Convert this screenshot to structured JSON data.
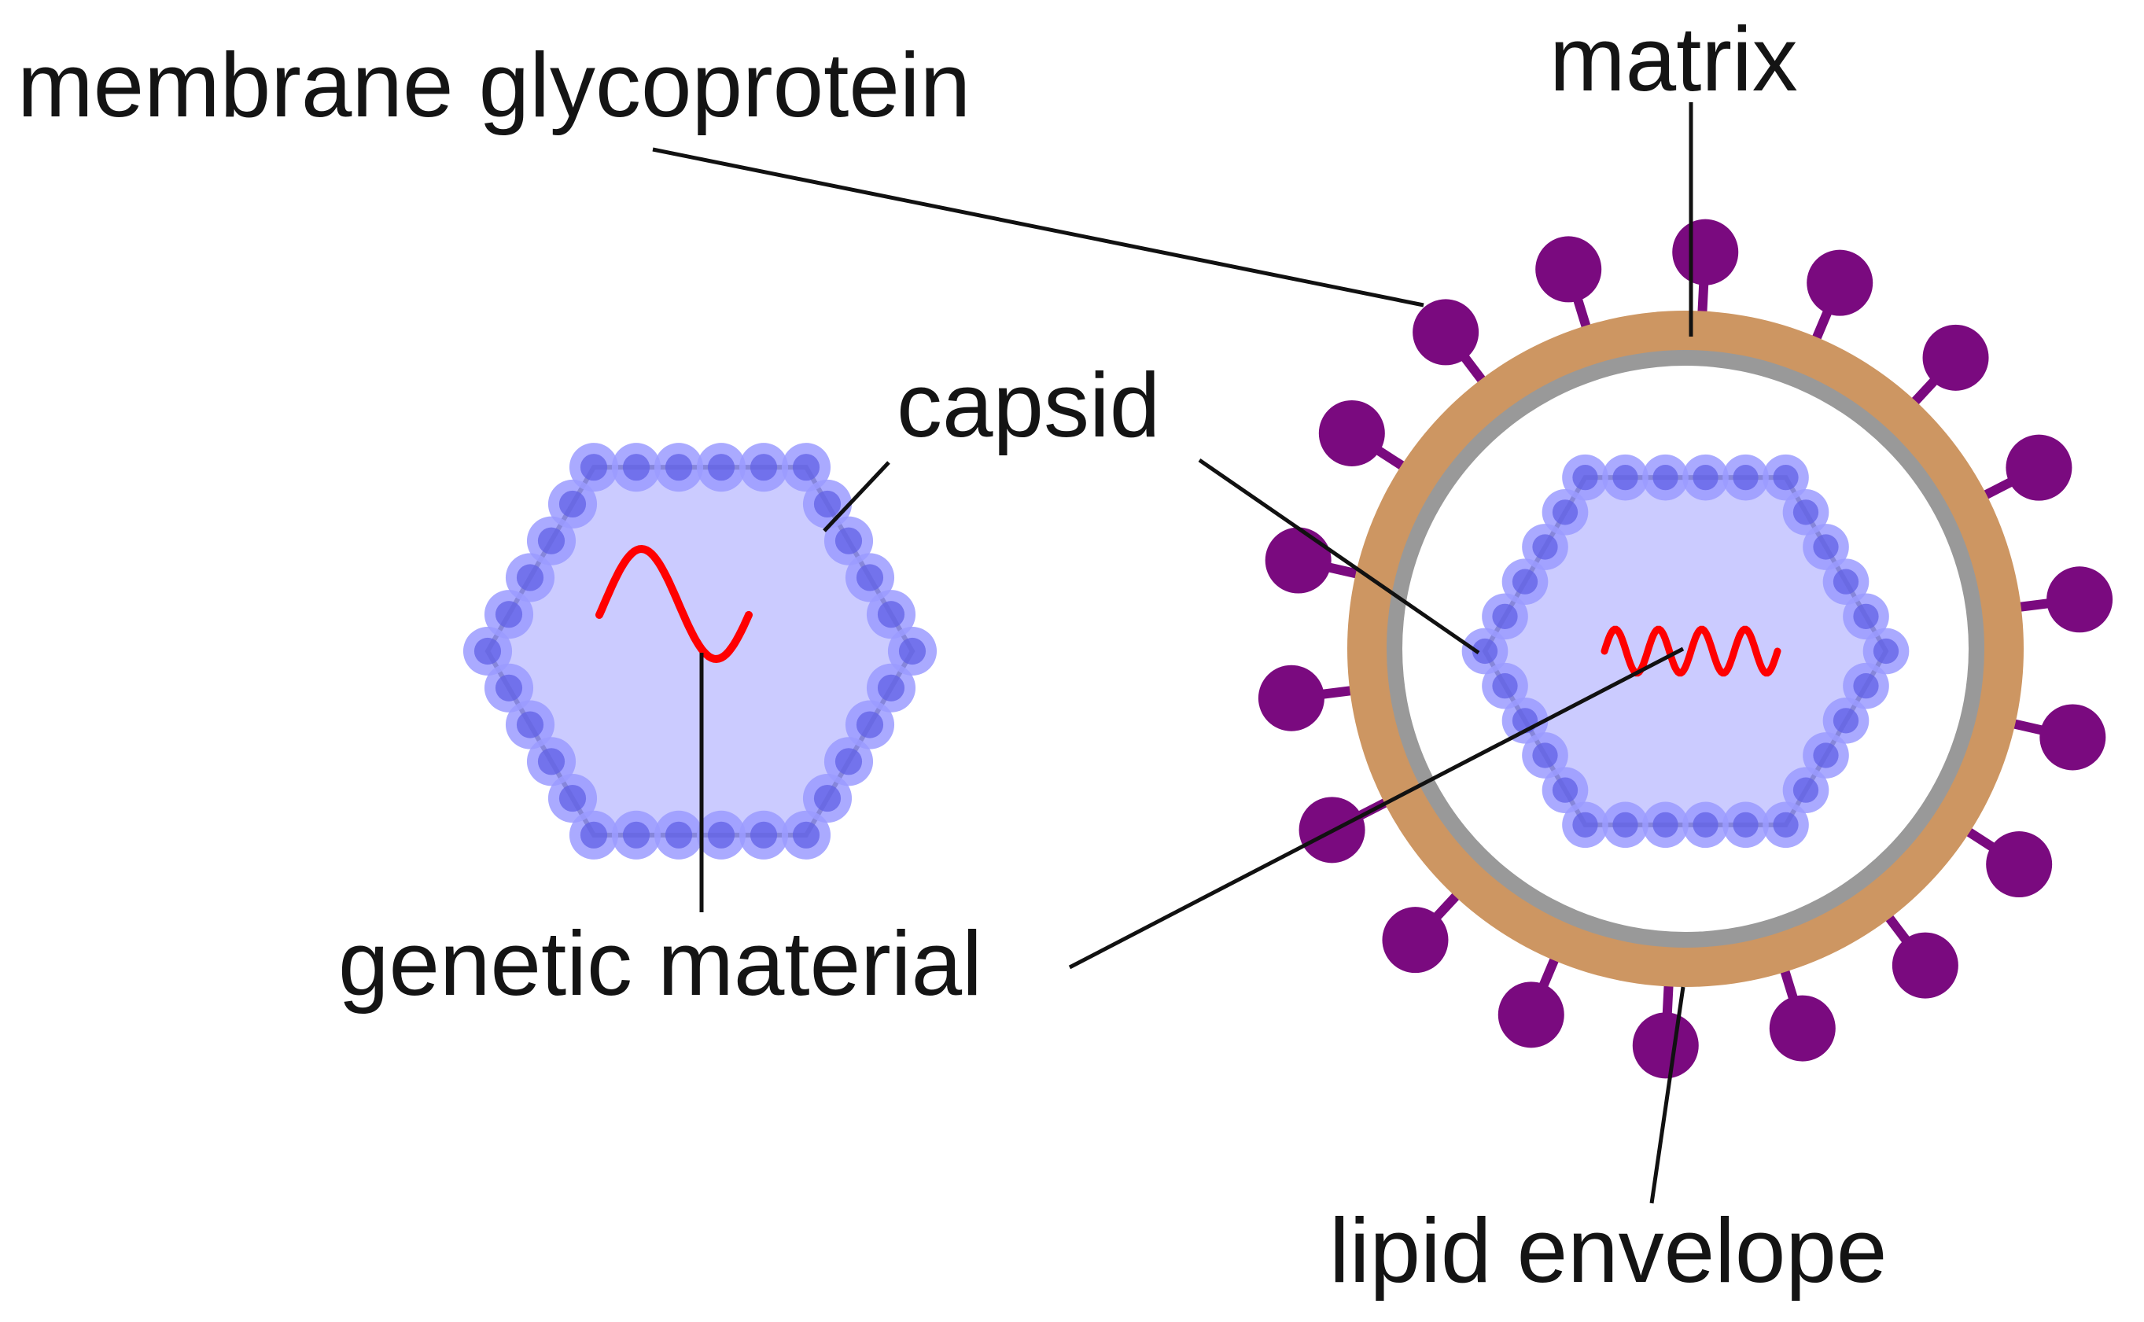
{
  "labels": {
    "membrane_glycoprotein": "membrane glycoprotein",
    "matrix": "matrix",
    "capsid": "capsid",
    "genetic_material": "genetic material",
    "lipid_envelope": "lipid envelope"
  },
  "colors": {
    "background": "#ffffff",
    "capsid_fill": "#cbcbff",
    "capsomere_light": "#9b9bff",
    "capsomere_dark": "#6060e6",
    "genetic_material": "#ff0000",
    "lipid_envelope": "#cd9662",
    "matrix": "#999999",
    "glycoprotein": "#7a0a7f",
    "leader_line": "#111111",
    "text": "#141414"
  }
}
